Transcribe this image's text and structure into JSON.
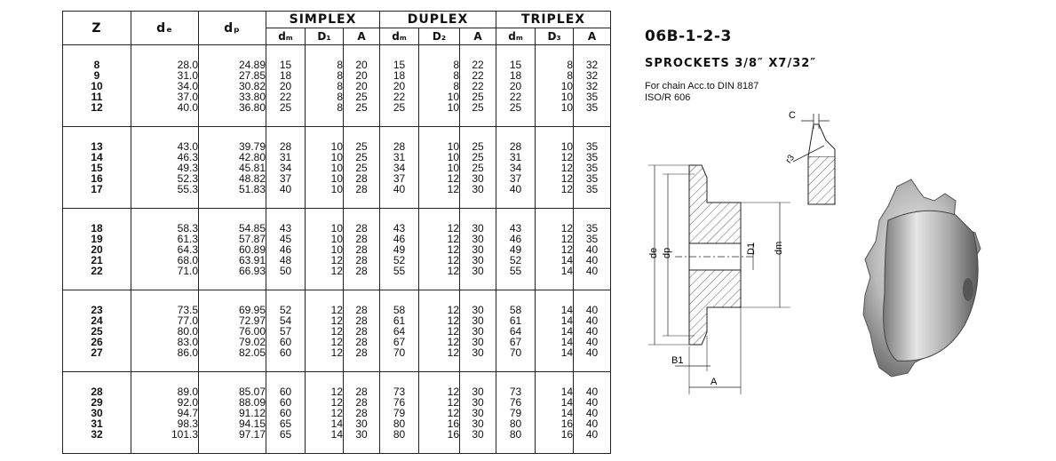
{
  "header": {
    "z": "Z",
    "de": "dₑ",
    "dp": "dₚ",
    "simplex": "SIMPLEX",
    "duplex": "DUPLEX",
    "triplex": "TRIPLEX",
    "dm": "dₘ",
    "d1": "D₁",
    "d2": "D₂",
    "d3": "D₃",
    "a": "A"
  },
  "groups": [
    {
      "z": [
        "8",
        "9",
        "10",
        "11",
        "12"
      ],
      "de": [
        "28.0",
        "31.0",
        "34.0",
        "37.0",
        "40.0"
      ],
      "dp": [
        "24.89",
        "27.85",
        "30.82",
        "33.80",
        "36.80"
      ],
      "s_dm": [
        "15",
        "18",
        "20",
        "22",
        "25"
      ],
      "s_d1": [
        "8",
        "8",
        "8",
        "8",
        "8"
      ],
      "s_a": [
        "20",
        "20",
        "20",
        "25",
        "25"
      ],
      "d_dm": [
        "15",
        "18",
        "20",
        "22",
        "25"
      ],
      "d_d2": [
        "8",
        "8",
        "8",
        "10",
        "10"
      ],
      "d_a": [
        "22",
        "22",
        "22",
        "25",
        "25"
      ],
      "t_dm": [
        "15",
        "18",
        "20",
        "22",
        "25"
      ],
      "t_d3": [
        "8",
        "8",
        "10",
        "10",
        "10"
      ],
      "t_a": [
        "32",
        "32",
        "32",
        "35",
        "35"
      ]
    },
    {
      "z": [
        "13",
        "14",
        "15",
        "16",
        "17"
      ],
      "de": [
        "43.0",
        "46.3",
        "49.3",
        "52.3",
        "55.3"
      ],
      "dp": [
        "39.79",
        "42.80",
        "45.81",
        "48.82",
        "51.83"
      ],
      "s_dm": [
        "28",
        "31",
        "34",
        "37",
        "40"
      ],
      "s_d1": [
        "10",
        "10",
        "10",
        "10",
        "10"
      ],
      "s_a": [
        "25",
        "25",
        "25",
        "28",
        "28"
      ],
      "d_dm": [
        "28",
        "31",
        "34",
        "37",
        "40"
      ],
      "d_d2": [
        "10",
        "10",
        "10",
        "12",
        "12"
      ],
      "d_a": [
        "25",
        "25",
        "25",
        "30",
        "30"
      ],
      "t_dm": [
        "28",
        "31",
        "34",
        "37",
        "40"
      ],
      "t_d3": [
        "10",
        "12",
        "12",
        "12",
        "12"
      ],
      "t_a": [
        "35",
        "35",
        "35",
        "35",
        "35"
      ]
    },
    {
      "z": [
        "18",
        "19",
        "20",
        "21",
        "22"
      ],
      "de": [
        "58.3",
        "61.3",
        "64.3",
        "68.0",
        "71.0"
      ],
      "dp": [
        "54.85",
        "57.87",
        "60.89",
        "63.91",
        "66.93"
      ],
      "s_dm": [
        "43",
        "45",
        "46",
        "48",
        "50"
      ],
      "s_d1": [
        "10",
        "10",
        "10",
        "12",
        "12"
      ],
      "s_a": [
        "28",
        "28",
        "28",
        "28",
        "28"
      ],
      "d_dm": [
        "43",
        "46",
        "49",
        "52",
        "55"
      ],
      "d_d2": [
        "12",
        "12",
        "12",
        "12",
        "12"
      ],
      "d_a": [
        "30",
        "30",
        "30",
        "30",
        "30"
      ],
      "t_dm": [
        "43",
        "46",
        "49",
        "52",
        "55"
      ],
      "t_d3": [
        "12",
        "12",
        "12",
        "14",
        "14"
      ],
      "t_a": [
        "35",
        "35",
        "40",
        "40",
        "40"
      ]
    },
    {
      "z": [
        "23",
        "24",
        "25",
        "26",
        "27"
      ],
      "de": [
        "73.5",
        "77.0",
        "80.0",
        "83.0",
        "86.0"
      ],
      "dp": [
        "69.95",
        "72.97",
        "76.00",
        "79.02",
        "82.05"
      ],
      "s_dm": [
        "52",
        "54",
        "57",
        "60",
        "60"
      ],
      "s_d1": [
        "12",
        "12",
        "12",
        "12",
        "12"
      ],
      "s_a": [
        "28",
        "28",
        "28",
        "28",
        "28"
      ],
      "d_dm": [
        "58",
        "61",
        "64",
        "67",
        "70"
      ],
      "d_d2": [
        "12",
        "12",
        "12",
        "12",
        "12"
      ],
      "d_a": [
        "30",
        "30",
        "30",
        "30",
        "30"
      ],
      "t_dm": [
        "58",
        "61",
        "64",
        "67",
        "70"
      ],
      "t_d3": [
        "14",
        "14",
        "14",
        "14",
        "14"
      ],
      "t_a": [
        "40",
        "40",
        "40",
        "40",
        "40"
      ]
    },
    {
      "z": [
        "28",
        "29",
        "30",
        "31",
        "32"
      ],
      "de": [
        "89.0",
        "92.0",
        "94.7",
        "98.3",
        "101.3"
      ],
      "dp": [
        "85.07",
        "88.09",
        "91.12",
        "94.15",
        "97.17"
      ],
      "s_dm": [
        "60",
        "60",
        "60",
        "65",
        "65"
      ],
      "s_d1": [
        "12",
        "12",
        "12",
        "14",
        "14"
      ],
      "s_a": [
        "28",
        "28",
        "28",
        "30",
        "30"
      ],
      "d_dm": [
        "73",
        "76",
        "79",
        "80",
        "80"
      ],
      "d_d2": [
        "12",
        "12",
        "12",
        "16",
        "16"
      ],
      "d_a": [
        "30",
        "30",
        "30",
        "30",
        "30"
      ],
      "t_dm": [
        "73",
        "76",
        "79",
        "80",
        "80"
      ],
      "t_d3": [
        "14",
        "14",
        "14",
        "16",
        "16"
      ],
      "t_a": [
        "40",
        "40",
        "40",
        "40",
        "40"
      ]
    }
  ],
  "info": {
    "code": "06B-1-2-3",
    "title": "SPROCKETS  3/8″ X7/32″",
    "chain_line1": "For chain Acc.to DIN 8187",
    "chain_line2": "ISO/R 606"
  },
  "drawing": {
    "label_c": "C",
    "label_r3": "r3",
    "label_de": "de",
    "label_dp": "dp",
    "label_d1": "D1",
    "label_dm": "dm",
    "label_b1": "B1",
    "label_a": "A"
  }
}
